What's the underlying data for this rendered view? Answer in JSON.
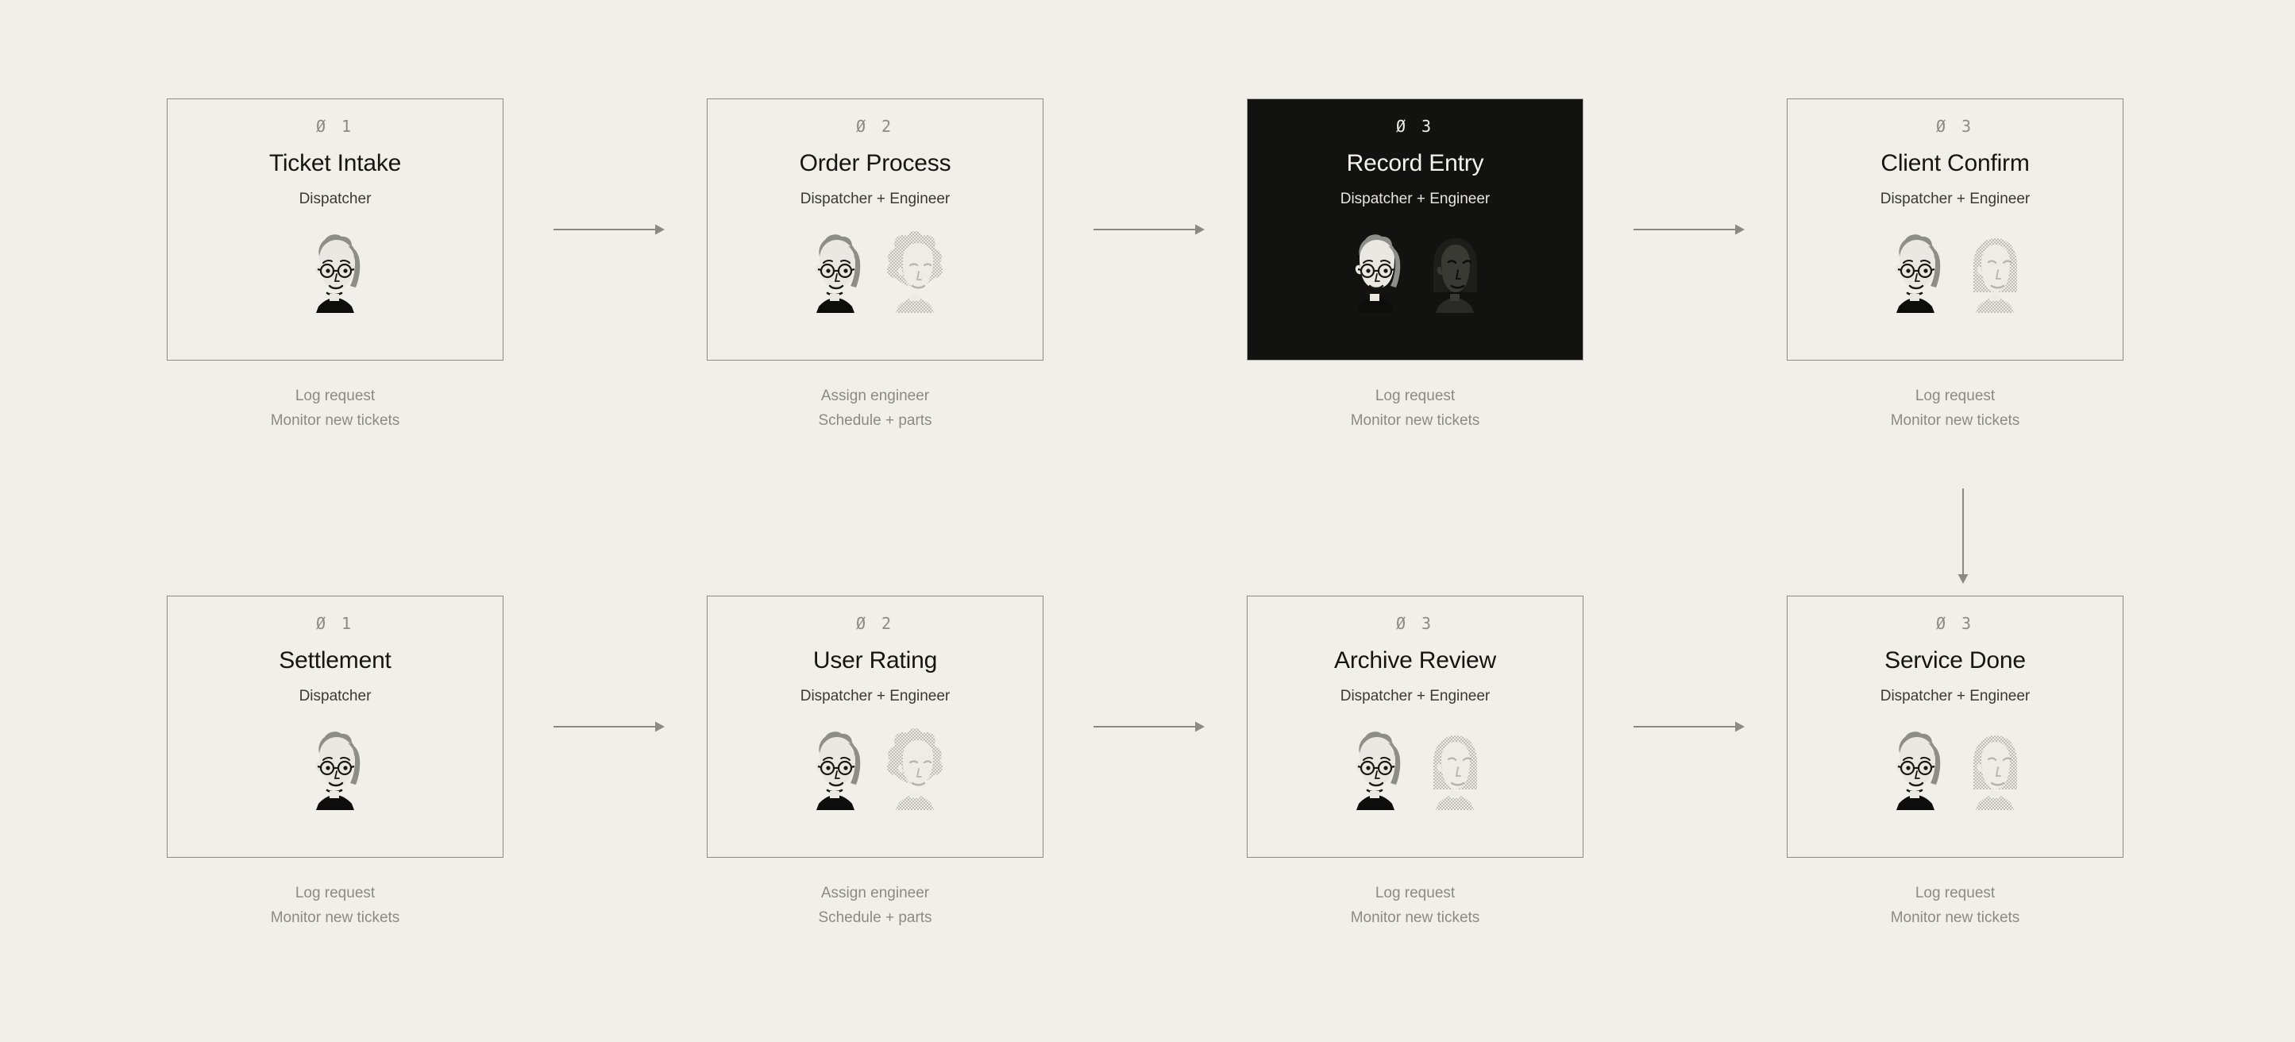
{
  "canvas": {
    "background_color": "#f0efea",
    "card_border_color": "#8b8b85",
    "active_card_background": "#121210",
    "active_card_text_color": "#f4f3ee",
    "muted_text_color": "#8b8b85",
    "title_text_color": "#16160f",
    "arrow_color": "#8b8b85"
  },
  "nodes": [
    {
      "step": "Ø 1",
      "title": "Ticket Intake",
      "role": "Dispatcher",
      "avatars": [
        "dispatcher-avatar"
      ],
      "caption_line1": "Log request",
      "caption_line2": "Monitor new tickets",
      "active": false
    },
    {
      "step": "Ø 2",
      "title": "Order Process",
      "role": "Dispatcher + Engineer",
      "avatars": [
        "dispatcher-avatar",
        "engineer-curly-avatar"
      ],
      "caption_line1": "Assign engineer",
      "caption_line2": "Schedule + parts",
      "active": false
    },
    {
      "step": "Ø 3",
      "title": "Record Entry",
      "role": "Dispatcher + Engineer",
      "avatars": [
        "dispatcher-avatar",
        "engineer-bob-avatar"
      ],
      "caption_line1": "Log request",
      "caption_line2": "Monitor new tickets",
      "active": true
    },
    {
      "step": "Ø 3",
      "title": "Client Confirm",
      "role": "Dispatcher + Engineer",
      "avatars": [
        "dispatcher-avatar",
        "engineer-bob-avatar"
      ],
      "caption_line1": "Log request",
      "caption_line2": "Monitor new tickets",
      "active": false
    },
    {
      "step": "Ø 1",
      "title": "Settlement",
      "role": "Dispatcher",
      "avatars": [
        "dispatcher-avatar"
      ],
      "caption_line1": "Log request",
      "caption_line2": "Monitor new tickets",
      "active": false
    },
    {
      "step": "Ø 2",
      "title": "User Rating",
      "role": "Dispatcher + Engineer",
      "avatars": [
        "dispatcher-avatar",
        "engineer-curly-avatar"
      ],
      "caption_line1": "Assign engineer",
      "caption_line2": "Schedule + parts",
      "active": false
    },
    {
      "step": "Ø 3",
      "title": "Archive Review",
      "role": "Dispatcher + Engineer",
      "avatars": [
        "dispatcher-avatar",
        "engineer-bob-avatar"
      ],
      "caption_line1": "Log request",
      "caption_line2": "Monitor new tickets",
      "active": false
    },
    {
      "step": "Ø 3",
      "title": "Service Done",
      "role": "Dispatcher + Engineer",
      "avatars": [
        "dispatcher-avatar",
        "engineer-bob-avatar"
      ],
      "caption_line1": "Log request",
      "caption_line2": "Monitor new tickets",
      "active": false
    }
  ],
  "connectors": [
    {
      "name": "arrow-step1-to-step2",
      "direction": "right"
    },
    {
      "name": "arrow-step2-to-step3",
      "direction": "right"
    },
    {
      "name": "arrow-step3-to-step4",
      "direction": "right"
    },
    {
      "name": "arrow-step4-to-step8",
      "direction": "down"
    },
    {
      "name": "arrow-step5-to-step6",
      "direction": "right"
    },
    {
      "name": "arrow-step6-to-step7",
      "direction": "right"
    },
    {
      "name": "arrow-step7-to-step8",
      "direction": "right"
    }
  ]
}
